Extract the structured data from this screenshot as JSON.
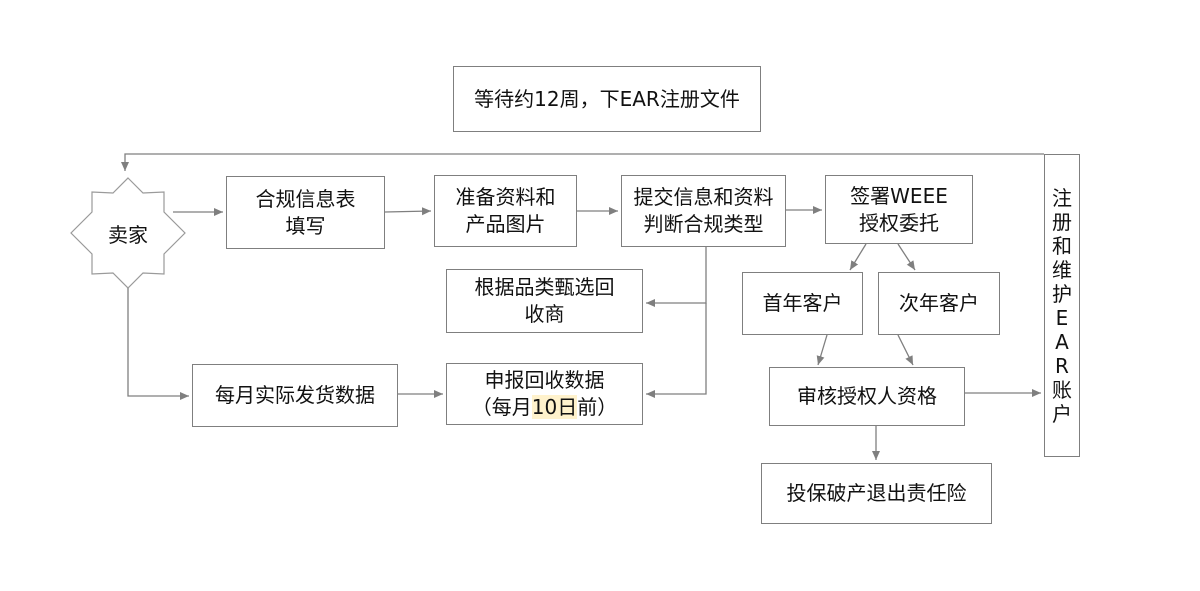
{
  "nodes": {
    "wait": "等待约12周，下EAR注册文件",
    "seller": "卖家",
    "compliance": [
      "合规信息表",
      "填写"
    ],
    "prepare": [
      "准备资料和",
      "产品图片"
    ],
    "submit": [
      "提交信息和资料",
      "判断合规类型"
    ],
    "sign": [
      "签署WEEE",
      "授权委托"
    ],
    "recycler": [
      "根据品类甄选回",
      "收商"
    ],
    "first_year": "首年客户",
    "next_year": "次年客户",
    "review": "审核授权人资格",
    "monthly": "每月实际发货数据",
    "report": {
      "line1": "申报回收数据",
      "open": "（每月",
      "highlight": "10日",
      "close": "前）"
    },
    "insurance": "投保破产退出责任险",
    "ear_account": [
      "注",
      "册",
      "和",
      "维",
      "护",
      "E",
      "A",
      "R",
      "账",
      "户"
    ]
  }
}
